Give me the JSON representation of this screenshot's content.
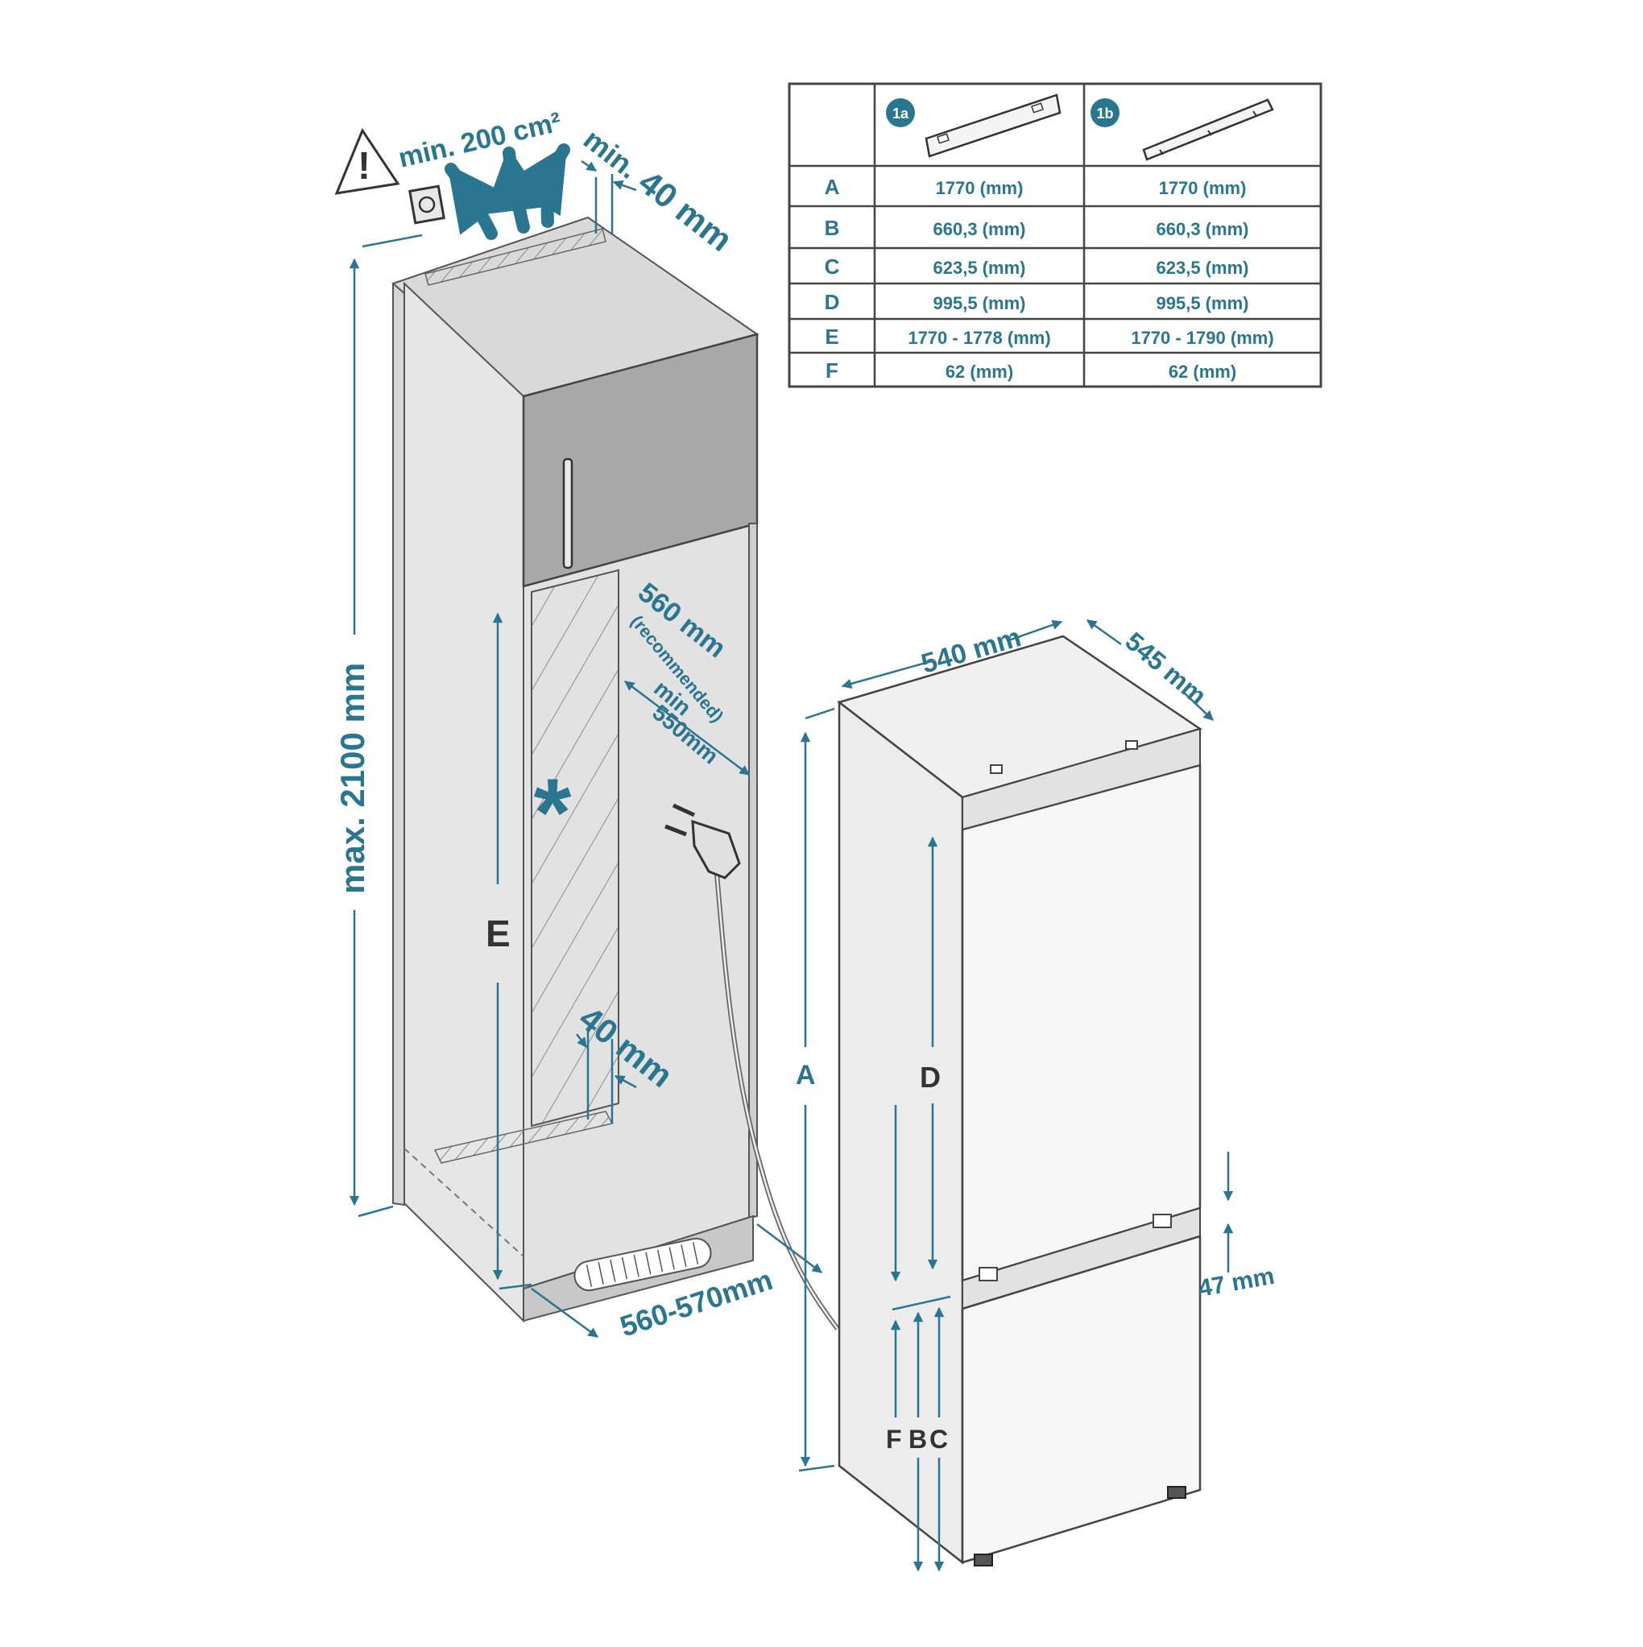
{
  "colors": {
    "accent": "#2a7590",
    "line": "#555555",
    "panel": "#c8c8c8",
    "niche": "#e1e1e1",
    "door": "#a9a9a9"
  },
  "labels": {
    "vent_area": "min. 200 cm²",
    "top_gap_min": "min.",
    "top_gap_val": "40 mm",
    "max_height": "max. 2100 mm",
    "niche_depth": "560 mm",
    "niche_depth_note": "(recommended)",
    "niche_width_min": "min",
    "niche_width_val": "550mm",
    "back_gap": "40 mm",
    "niche_width_range": "560-570mm",
    "letter_e": "E",
    "appliance_width": "540 mm",
    "appliance_depth": "545 mm",
    "letter_a": "A",
    "letter_d": "D",
    "gap_47": "47 mm",
    "letter_f": "F",
    "letter_b": "B",
    "letter_c": "C",
    "snowflake": "*"
  },
  "table": {
    "headers": [
      "",
      "1a",
      "1b"
    ],
    "rows": [
      {
        "key": "A",
        "a": "1770 (mm)",
        "b": "1770 (mm)"
      },
      {
        "key": "B",
        "a": "660,3 (mm)",
        "b": "660,3 (mm)"
      },
      {
        "key": "C",
        "a": "623,5 (mm)",
        "b": "623,5 (mm)"
      },
      {
        "key": "D",
        "a": "995,5 (mm)",
        "b": "995,5 (mm)"
      },
      {
        "key": "E",
        "a": "1770 - 1778 (mm)",
        "b": "1770 - 1790 (mm)"
      },
      {
        "key": "F",
        "a": "62 (mm)",
        "b": "62 (mm)"
      }
    ]
  },
  "icons": [
    "warning-icon",
    "ventilation-arrows-icon",
    "wall-socket-icon",
    "power-plug-icon",
    "bracket-1a-icon",
    "bracket-1b-icon"
  ]
}
